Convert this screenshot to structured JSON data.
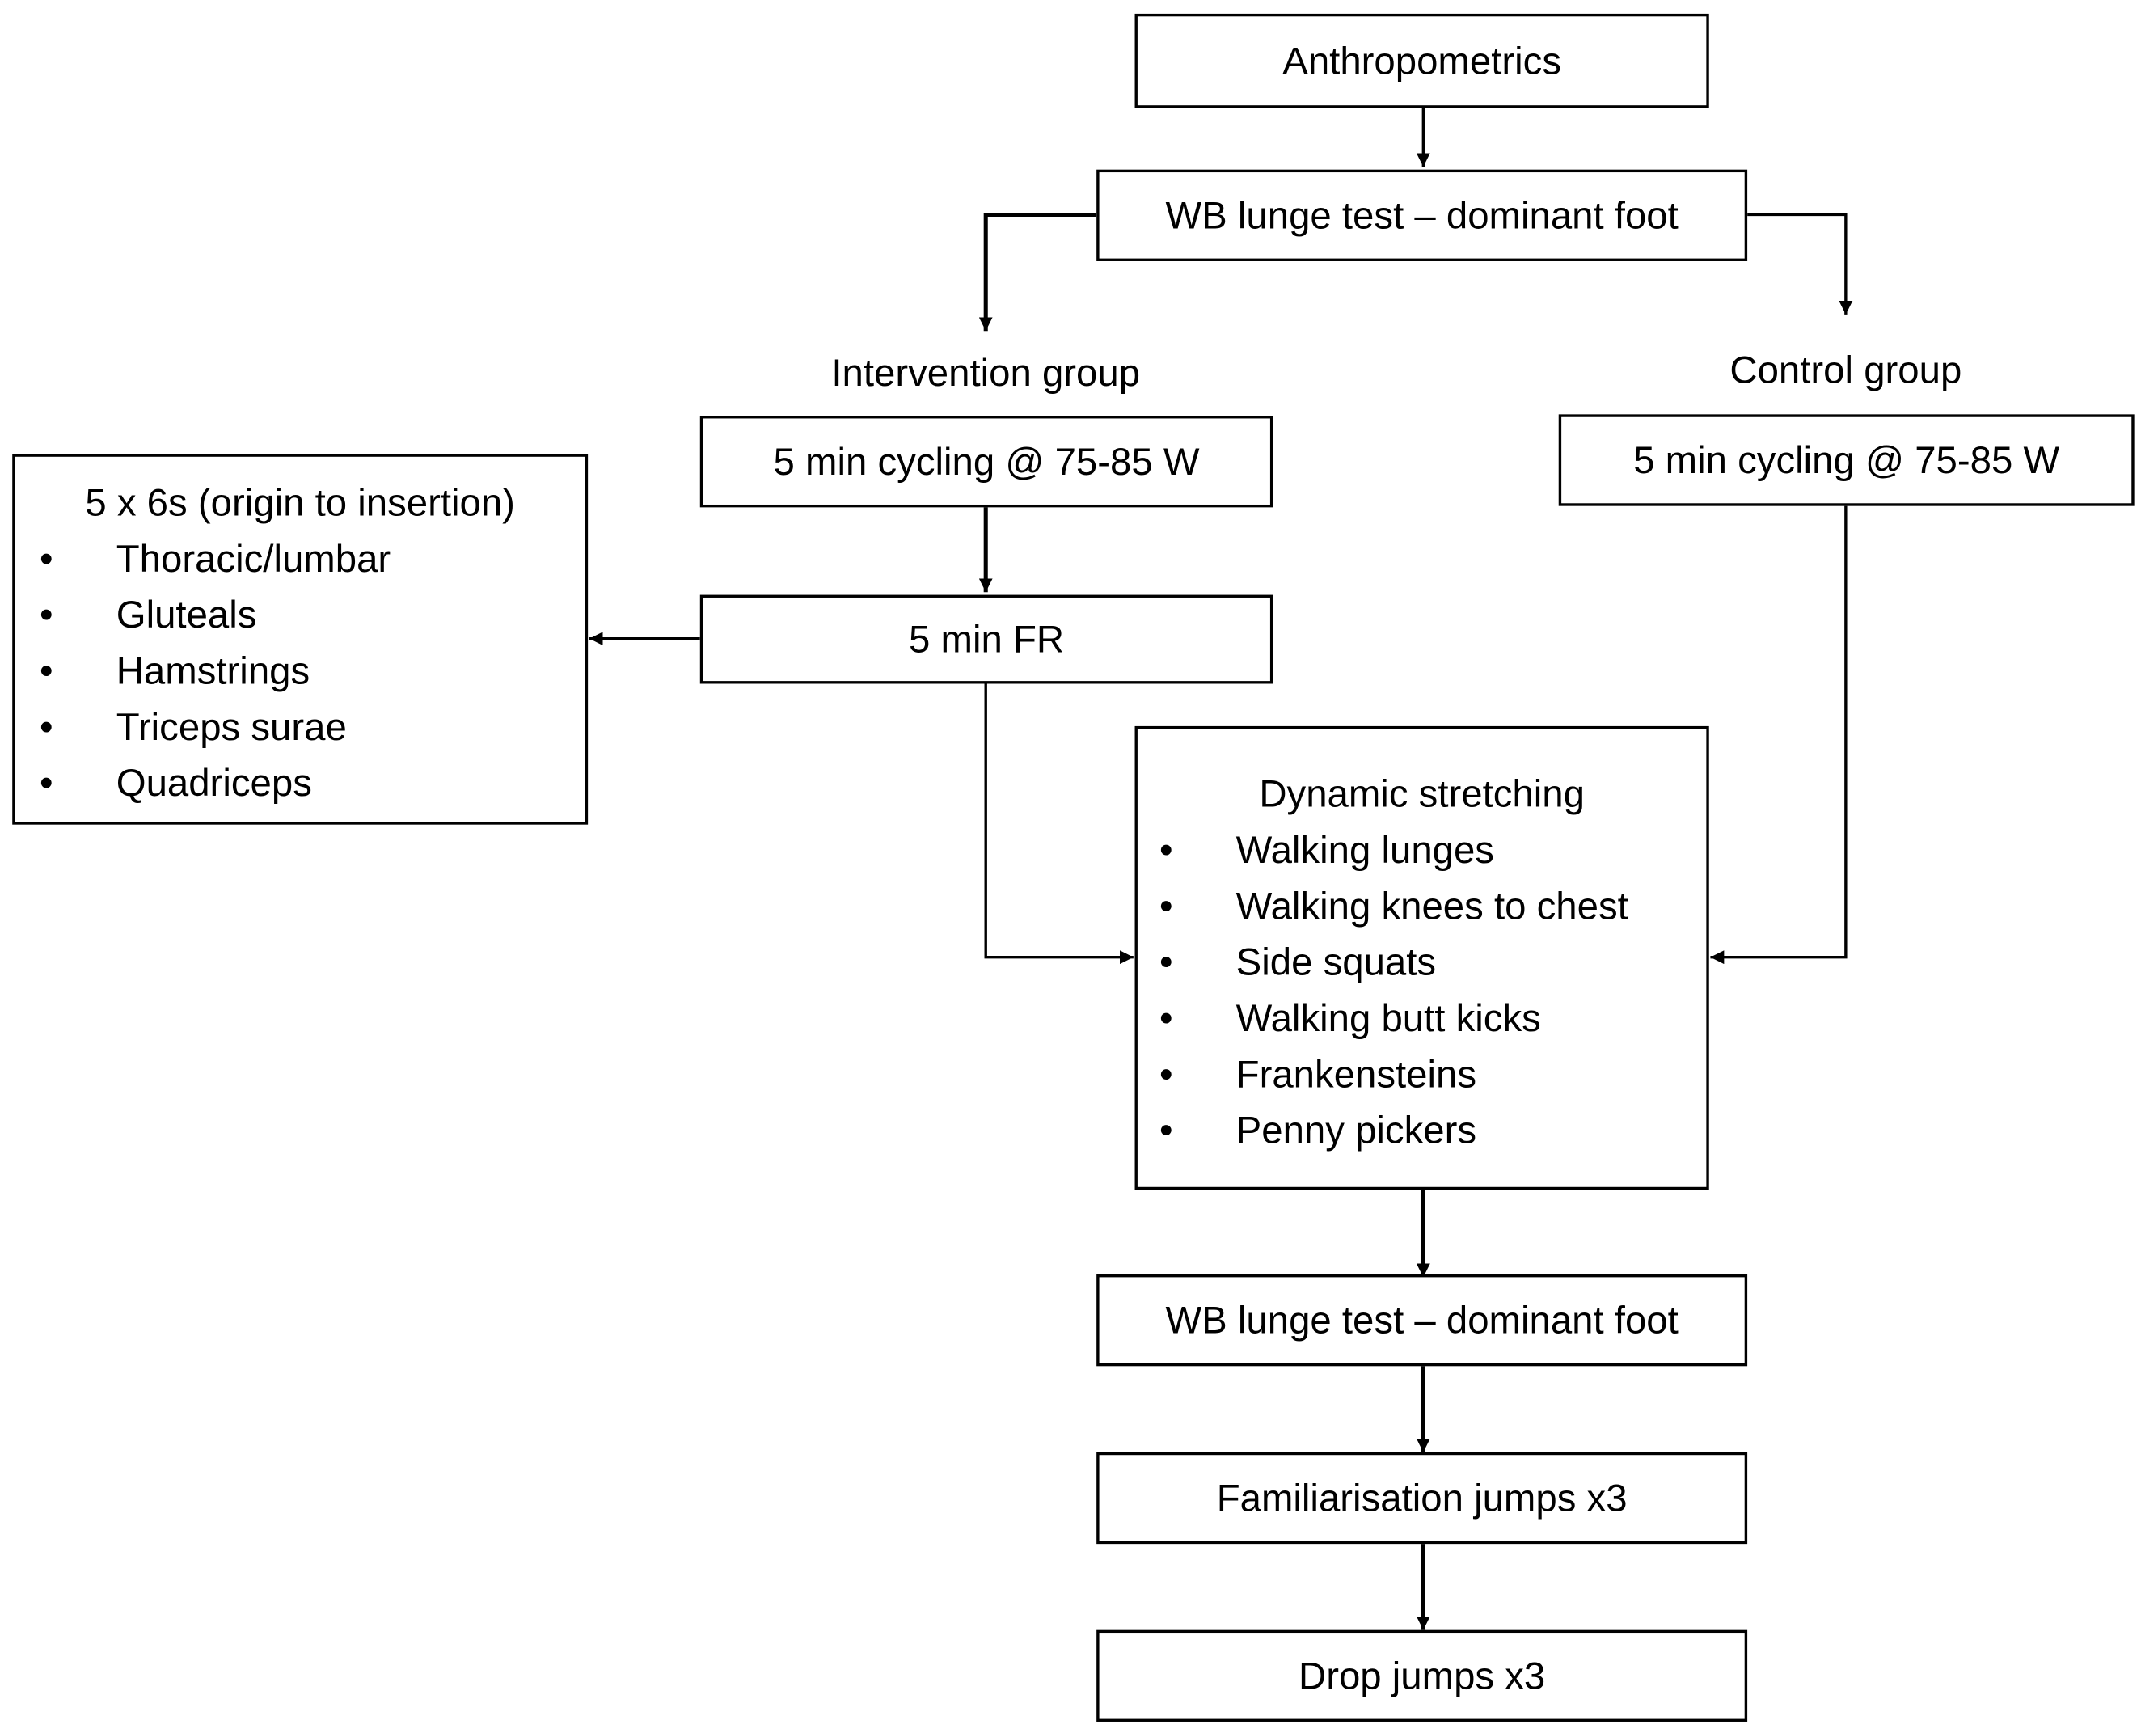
{
  "nodes": {
    "anthropometrics": "Anthropometrics",
    "wb_lunge_pre": "WB lunge test – dominant foot",
    "intervention_label": "Intervention group",
    "control_label": "Control group",
    "cycling_intervention": "5 min cycling @ 75-85 W",
    "cycling_control": "5 min cycling @ 75-85 W",
    "fr": "5 min FR",
    "wb_lunge_post": "WB lunge test – dominant foot",
    "familiarisation": "Familiarisation jumps x3",
    "drop_jumps": "Drop jumps x3"
  },
  "fr_detail": {
    "title": "5 x 6s (origin to insertion)",
    "bullet": "•",
    "items": [
      "Thoracic/lumbar",
      "Gluteals",
      "Hamstrings",
      "Triceps surae",
      "Quadriceps"
    ]
  },
  "dynamic_stretching": {
    "title": "Dynamic stretching",
    "bullet": "•",
    "items": [
      "Walking lunges",
      "Walking knees to chest",
      "Side squats",
      "Walking butt kicks",
      "Frankensteins",
      "Penny pickers"
    ]
  }
}
